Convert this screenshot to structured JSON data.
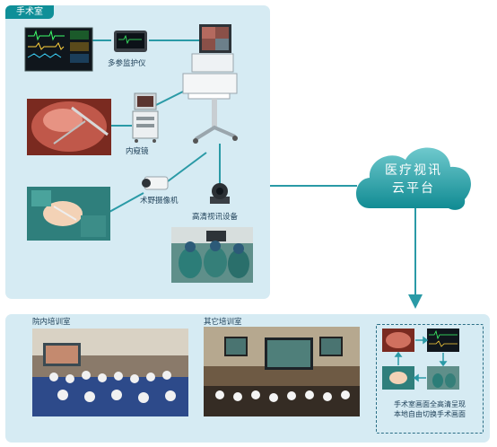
{
  "operating_room": {
    "title": "手术室",
    "labels": {
      "monitor": "多参监护仪",
      "endoscope": "内窥镜",
      "field_camera": "术野摄像机",
      "video_device": "高清视讯设备"
    }
  },
  "cloud": {
    "line1": "医疗视讯",
    "line2": "云平台"
  },
  "training": {
    "internal_room": "院内培训室",
    "other_room": "其它培训室",
    "caption_line1": "手术室画面全高清呈现",
    "caption_line2": "本地自由切换手术画面"
  },
  "colors": {
    "panel": "#d6ebf3",
    "teal": "#0f8f98",
    "line": "#2a9aa6"
  }
}
